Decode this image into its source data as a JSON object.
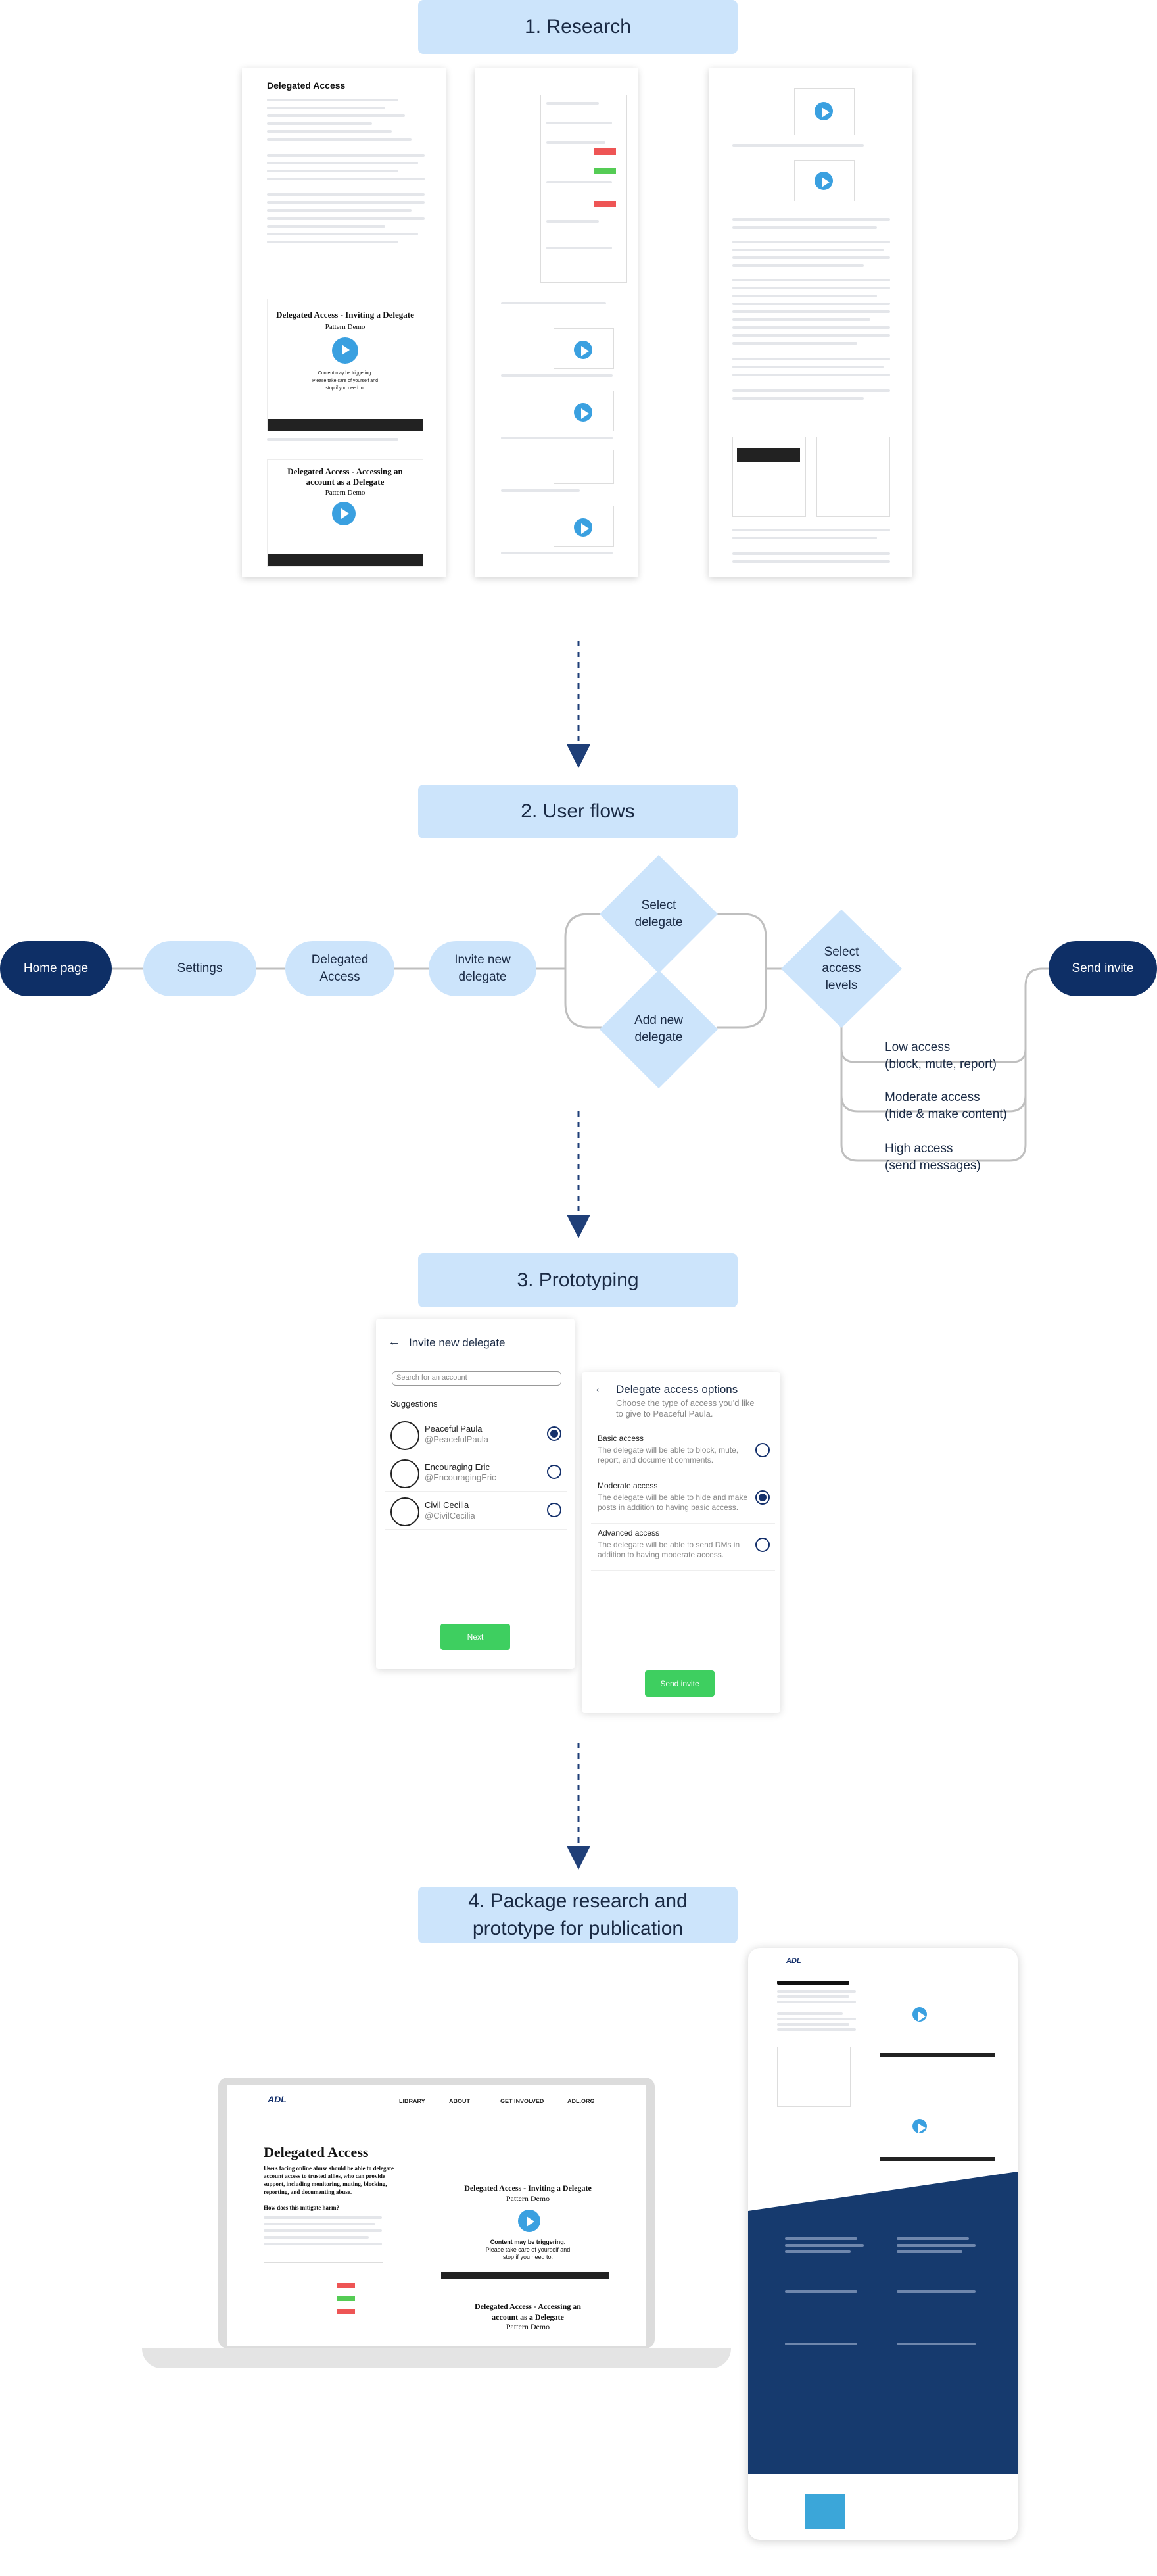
{
  "sections": {
    "research": "1. Research",
    "user_flows": "2. User flows",
    "prototyping": "3. Prototyping",
    "package_line1": "4. Package research and",
    "package_line2": "prototype for publication"
  },
  "flow": {
    "home": "Home page",
    "settings": "Settings",
    "delegated_access_1": "Delegated",
    "delegated_access_2": "Access",
    "invite_new_1": "Invite new",
    "invite_new_2": "delegate",
    "select_delegate_1": "Select",
    "select_delegate_2": "delegate",
    "add_delegate_1": "Add new",
    "add_delegate_2": "delegate",
    "select_access_1": "Select",
    "select_access_2": "access",
    "select_access_3": "levels",
    "send_invite": "Send invite",
    "low_1": "Low access",
    "low_2": "(block, mute, report)",
    "moderate_1": "Moderate access",
    "moderate_2": "(hide & make content)",
    "high_1": "High access",
    "high_2": "(send messages)"
  },
  "research_doc": {
    "title": "Delegated Access",
    "video1_title": "Delegated Access - Inviting a Delegate",
    "video1_sub": "Pattern Demo",
    "video2_title_1": "Delegated Access - Accessing an",
    "video2_title_2": "account as a Delegate",
    "video2_sub": "Pattern Demo",
    "warning_1": "Content may be triggering.",
    "warning_2": "Please take care of yourself and",
    "warning_3": "stop if you need to."
  },
  "prototype": {
    "invite_title": "Invite new delegate",
    "search_placeholder": "Search for an account",
    "suggestions_label": "Suggestions",
    "users": [
      {
        "name": "Peaceful Paula",
        "handle": "@PeacefulPaula",
        "selected": true
      },
      {
        "name": "Encouraging Eric",
        "handle": "@EncouragingEric",
        "selected": false
      },
      {
        "name": "Civil Cecilia",
        "handle": "@CivilCecilia",
        "selected": false
      }
    ],
    "next_label": "Next",
    "access_title": "Delegate access options",
    "access_sub_1": "Choose the type of access you'd like",
    "access_sub_2": "to give to Peaceful Paula.",
    "options": [
      {
        "title": "Basic access",
        "desc1": "The delegate will be able to block, mute,",
        "desc2": "report, and document comments.",
        "selected": false
      },
      {
        "title": "Moderate access",
        "desc1": "The delegate will be able to hide and make",
        "desc2": "posts in addition to having basic access.",
        "selected": true
      },
      {
        "title": "Advanced access",
        "desc1": "The delegate will be able to send DMs in",
        "desc2": "addition to having moderate access.",
        "selected": false
      }
    ],
    "send_invite_label": "Send invite"
  },
  "publication": {
    "logo": "ADL",
    "nav": [
      "LIBRARY",
      "ABOUT",
      "GET INVOLVED",
      "ADL.ORG"
    ],
    "title": "Delegated Access",
    "intro_1": "Users facing online abuse should be able to delegate",
    "intro_2": "account access to trusted allies, who can provide",
    "intro_3": "support, including monitoring, muting, blocking,",
    "intro_4": "reporting, and documenting abuse.",
    "question": "How does this mitigate harm?",
    "video1_title": "Delegated Access - Inviting a Delegate",
    "video1_sub": "Pattern Demo",
    "video2_title_1": "Delegated Access - Accessing an",
    "video2_title_2": "account as a Delegate",
    "video2_sub": "Pattern Demo",
    "warning_1": "Content may be triggering.",
    "warning_2": "Please take care of yourself and",
    "warning_3": "stop if you need to."
  }
}
